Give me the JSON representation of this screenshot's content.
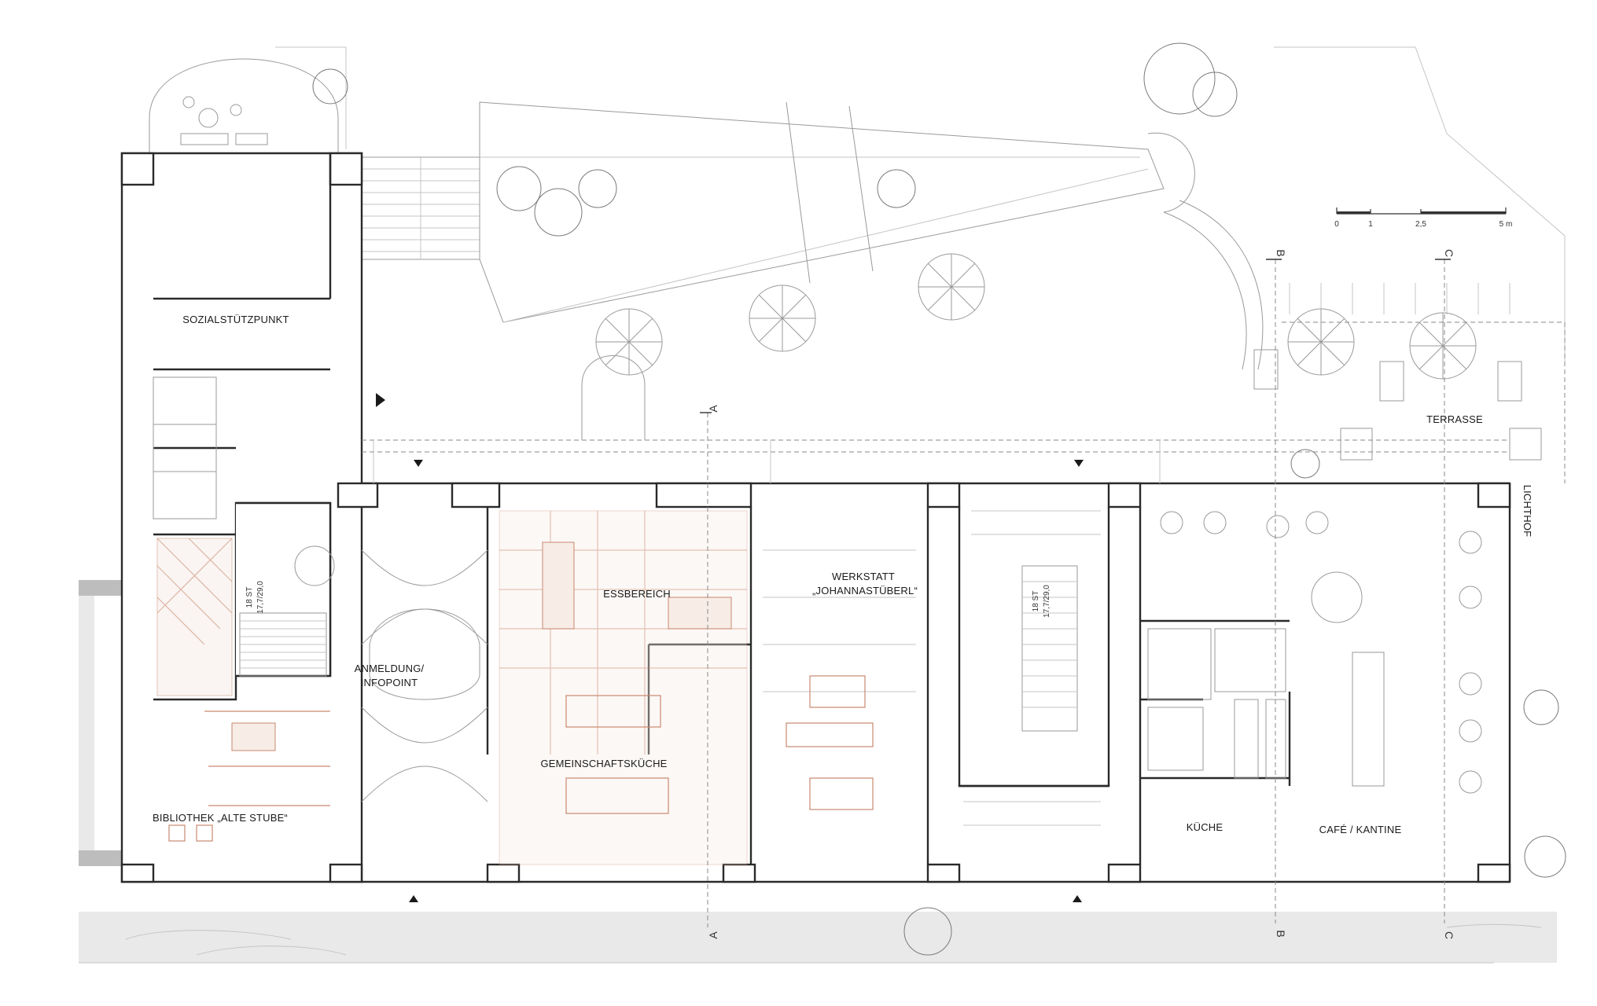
{
  "rooms": {
    "sozialstuetzpunkt": "SOZIALSTÜTZPUNKT",
    "anmeldung_1": "ANMELDUNG/",
    "anmeldung_2": "INFOPOINT",
    "bibliothek": "BIBLIOTHEK „ALTE STUBE“",
    "essbereich": "ESSBEREICH",
    "gemeinschaftskueche": "GEMEINSCHAFTSKÜCHE",
    "werkstatt_1": "WERKSTATT",
    "werkstatt_2": "„JOHANNASTÜBERL“",
    "kueche": "KÜCHE",
    "cafe": "CAFÉ / KANTINE",
    "terrasse": "TERRASSE",
    "lichthof": "LICHTHOF"
  },
  "stairs": {
    "left": "18 ST\n17,7/29,0",
    "right": "18 ST\n17,7/29,0",
    "left_l1": "18 ST",
    "left_l2": "17,7/29,0",
    "right_l1": "18 ST",
    "right_l2": "17,7/29,0"
  },
  "sections": {
    "a_top": "A",
    "a_bottom": "A",
    "b_top": "B",
    "b_bottom": "B",
    "c_top": "C",
    "c_bottom": "C"
  },
  "scale_bar": {
    "ticks": [
      "0",
      "1",
      "2,5",
      "5 m"
    ]
  },
  "colors": {
    "wall": "#2a2a2a",
    "furniture_accent": "#c9896f",
    "paving": "#e9e9e9"
  }
}
